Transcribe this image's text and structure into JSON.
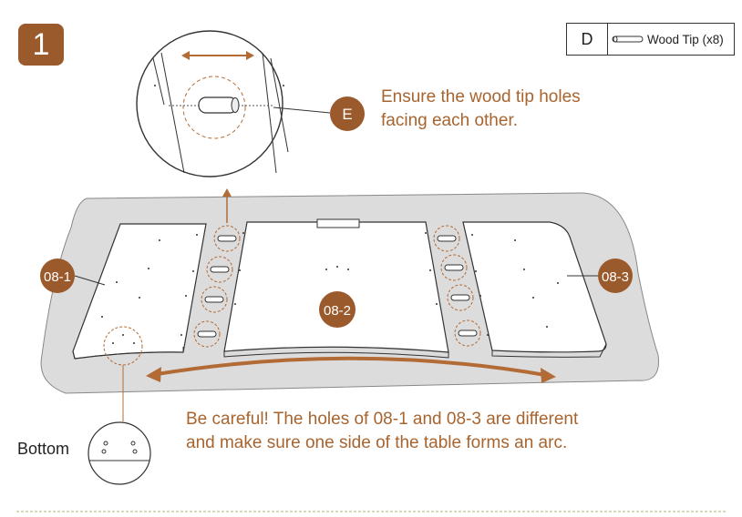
{
  "step_number": "1",
  "parts": {
    "letter": "D",
    "description": "Wood Tip (x8)",
    "icon": "wood-tip-icon"
  },
  "callouts": {
    "e": "E",
    "left_panel": "08-1",
    "center_panel": "08-2",
    "right_panel": "08-3"
  },
  "notes": {
    "ensure": "Ensure the wood tip holes\nfacing each other.",
    "careful": "Be careful! The holes of 08-1 and 08-3 are different\nand make sure one side of the table forms an arc."
  },
  "bottom_label": "Bottom",
  "colors": {
    "accent": "#9a5a2c",
    "text_accent": "#a8642f",
    "mat": "#dcdcdc",
    "outline": "#333333"
  }
}
